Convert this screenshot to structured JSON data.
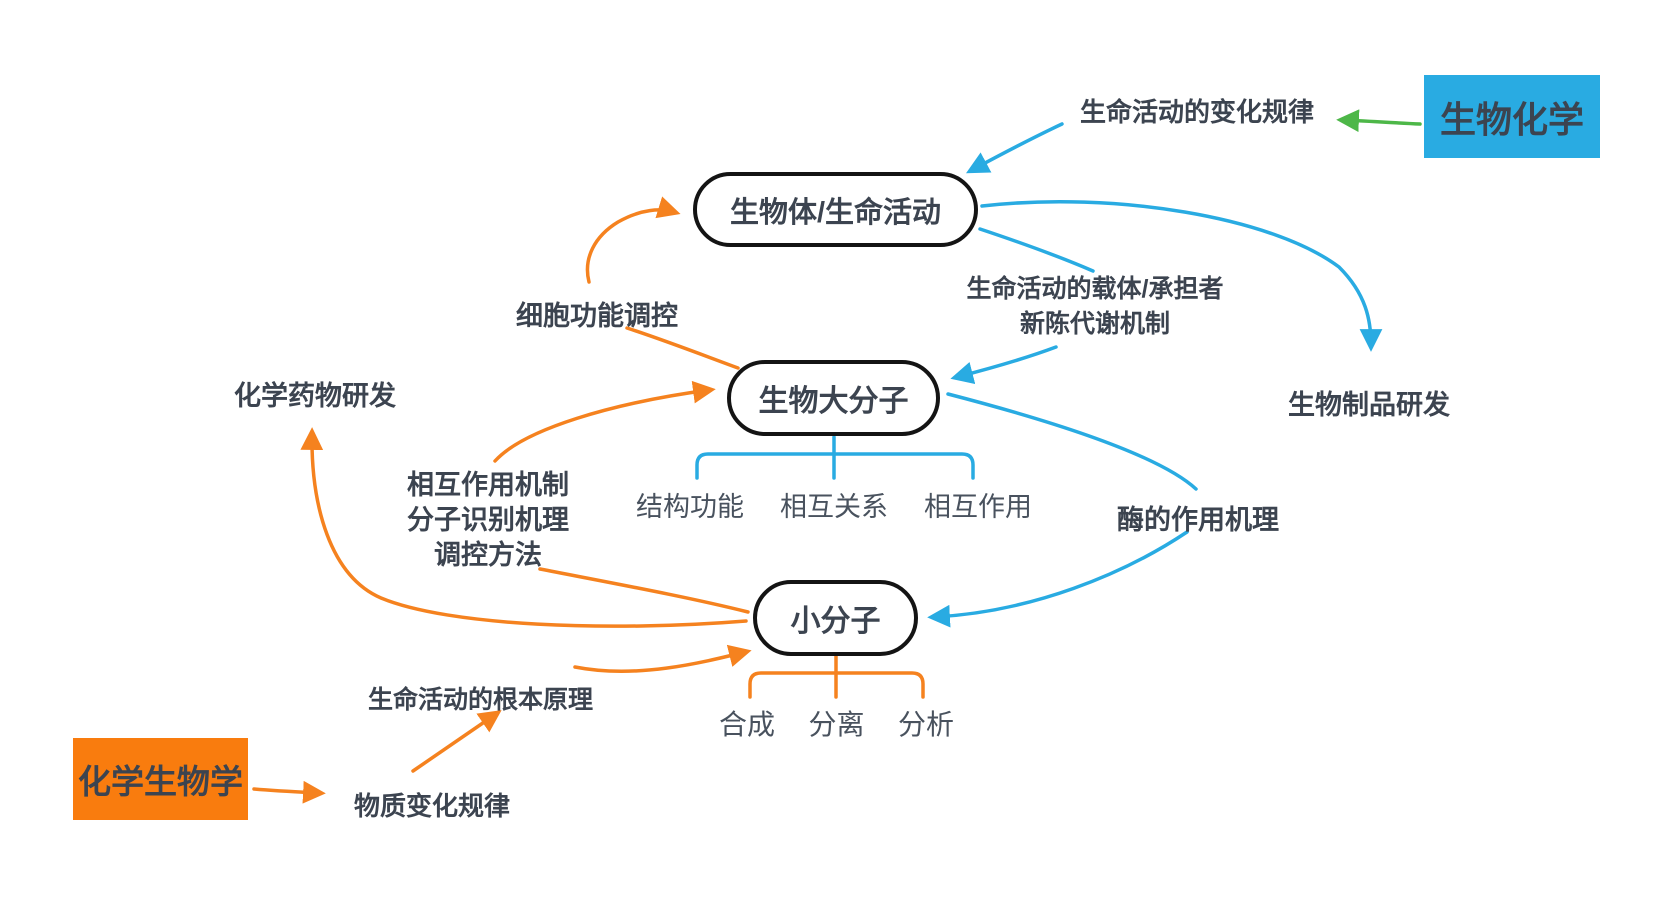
{
  "diagram": {
    "title_boxes": {
      "biochemistry": "生物化学",
      "chemical_biology": "化学生物学"
    },
    "nodes": {
      "organism": "生物体/生命活动",
      "macromolecule": "生物大分子",
      "small_molecule": "小分子"
    },
    "labels": {
      "life_change": "生命活动的变化规律",
      "cell_regulation": "细胞功能调控",
      "carrier_line1": "生命活动的载体/承担者",
      "carrier_line2": "新陈代谢机制",
      "bioproduct_rd": "生物制品研发",
      "chem_drug_rd": "化学药物研发",
      "interaction_line1": "相互作用机制",
      "interaction_line2": "分子识别机理",
      "interaction_line3": "调控方法",
      "enzyme_mechanism": "酶的作用机理",
      "fundamental_principle": "生命活动的根本原理",
      "substance_change": "物质变化规律"
    },
    "macromolecule_children": [
      "结构功能",
      "相互关系",
      "相互作用"
    ],
    "small_molecule_children": [
      "合成",
      "分离",
      "分析"
    ],
    "edges": [
      {
        "from": "生物化学",
        "to": "生命活动的变化规律",
        "color": "green"
      },
      {
        "from": "生命活动的变化规律",
        "to": "生物体/生命活动",
        "color": "blue"
      },
      {
        "from": "生物体/生命活动",
        "to": "生物大分子",
        "label": "生命活动的载体/承担者 新陈代谢机制",
        "color": "blue"
      },
      {
        "from": "生物体/生命活动",
        "to": "生物制品研发",
        "color": "blue"
      },
      {
        "from": "生物大分子",
        "to": "小分子",
        "label": "酶的作用机理",
        "color": "blue"
      },
      {
        "from": "生物大分子",
        "to": "生物体/生命活动",
        "label": "细胞功能调控",
        "color": "orange"
      },
      {
        "from": "小分子",
        "to": "生物大分子",
        "label": "相互作用机制 分子识别机理 调控方法",
        "color": "orange"
      },
      {
        "from": "小分子",
        "to": "化学药物研发",
        "color": "orange"
      },
      {
        "from": "生命活动的根本原理",
        "to": "小分子",
        "color": "orange"
      },
      {
        "from": "物质变化规律",
        "to": "生命活动的根本原理",
        "color": "orange"
      },
      {
        "from": "化学生物学",
        "to": "物质变化规律",
        "color": "orange"
      }
    ],
    "colors": {
      "blue": "#29ABE2",
      "orange": "#F5821F",
      "orange_box": "#F97C0E",
      "green": "#4DB748",
      "text": "#3C4450",
      "node_border": "#141414"
    }
  }
}
